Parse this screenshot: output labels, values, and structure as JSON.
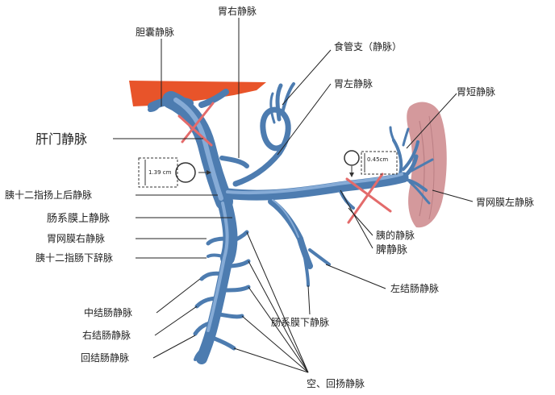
{
  "labels": {
    "gallbladder_vein": "胆囊静脉",
    "right_gastric_vein": "胃右静脉",
    "esophageal_branch": "食管支（静脉）",
    "left_gastric_vein": "胃左静脉",
    "short_gastric_vein": "胃短静脉",
    "portal_vein": "肝门静脉",
    "posterior_superior_pancreaticoduodenal_vein": "胰十二指扬上后静脉",
    "superior_mesenteric_vein": "肠系膜上静脉",
    "right_gastroepiploic_vein": "胃网膜右静脉",
    "inferior_pancreaticoduodenal_vein": "胰十二指肠下辞脉",
    "left_gastroepiploic_vein": "胃网膜左静脉",
    "pancreatic_vein": "胰的静脉",
    "splenic_vein": "脾静脉",
    "left_colic_vein": "左结肠静脉",
    "inferior_mesenteric_vein": "肠系膜下静脉",
    "middle_colic_vein": "中结肠静脉",
    "right_colic_vein": "右结肠静脉",
    "ileocolic_vein": "回结肠静脉",
    "jejunal_ileal_veins": "空、回扬静脉"
  },
  "measurements": {
    "portal_diameter": "1.39 cm",
    "splenic_diameter": "0.45cm"
  },
  "colors": {
    "vein": "#4d7cb0",
    "vein_highlight": "#86abd6",
    "liver": "#e8542a",
    "spleen": "#d4999c",
    "cross_mark": "#e36b6b"
  }
}
